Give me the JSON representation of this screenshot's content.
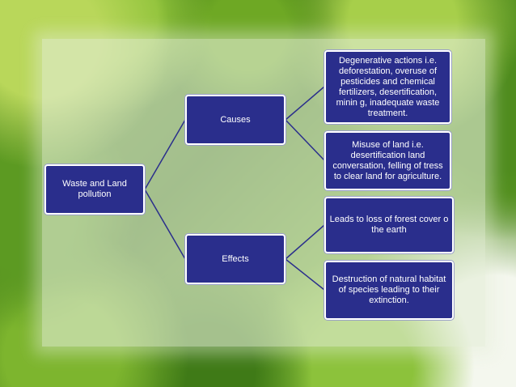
{
  "diagram": {
    "root": {
      "label": "Waste and Land pollution"
    },
    "branches": [
      {
        "label": "Causes",
        "children": [
          "Degenerative actions i.e. deforestation, overuse of pesticides and chemical fertilizers, desertification, minin g, inadequate waste treatment.",
          "Misuse of land i.e. desertification land conversation, felling of tress to clear land for agriculture."
        ]
      },
      {
        "label": "Effects",
        "children": [
          "Leads to loss of forest cover o the earth",
          "Destruction of natural habitat of species leading to their extinction."
        ]
      }
    ],
    "colors": {
      "node_fill": "#2a2e8c",
      "node_border": "#ffffff",
      "connector": "#2a2e8c"
    }
  }
}
